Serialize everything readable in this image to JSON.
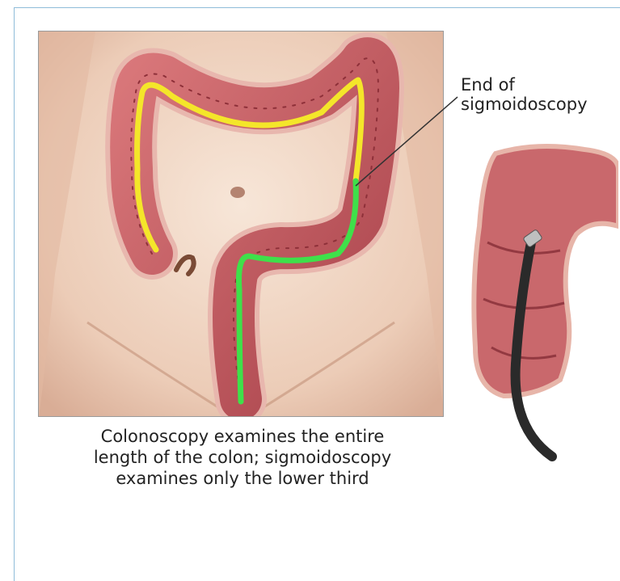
{
  "caption": {
    "line1": "Colonoscopy examines the entire",
    "line2": "length of the colon; sigmoidoscopy",
    "line3": "examines only the lower third"
  },
  "callout": {
    "line1": "End of",
    "line2": "sigmoidoscopy"
  },
  "colors": {
    "colonoscopy_path": "#f4e62a",
    "sigmoidoscopy_path": "#3fe04a",
    "colon_tissue": "#c25b61",
    "skin": "#f0d6c3",
    "frame_border": "#8fbcd9"
  }
}
